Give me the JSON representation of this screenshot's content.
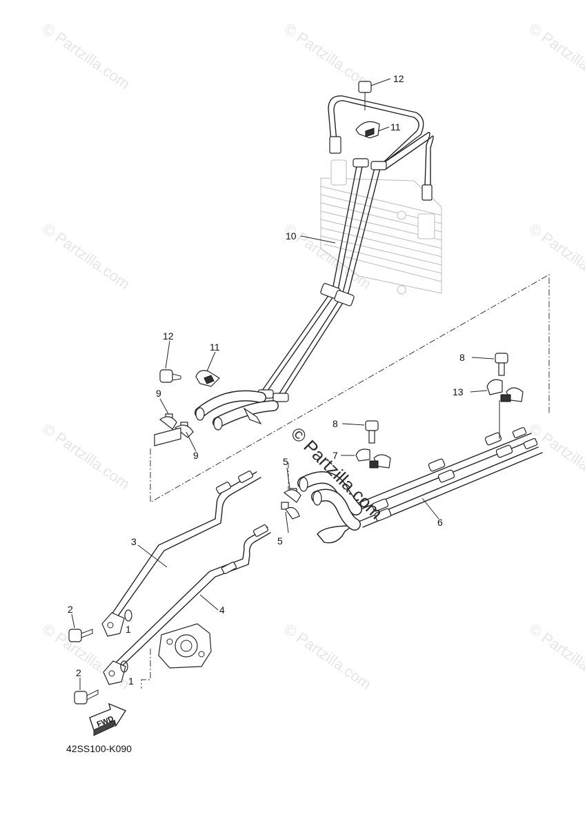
{
  "watermark": {
    "text": "© Partzilla.com",
    "center_text": "© Partzilla.com"
  },
  "diagram_code": "42SS100-K090",
  "fwd_label": "FWD",
  "callouts": [
    {
      "id": "c12a",
      "label": "12"
    },
    {
      "id": "c11a",
      "label": "11"
    },
    {
      "id": "c10",
      "label": "10"
    },
    {
      "id": "c12b",
      "label": "12"
    },
    {
      "id": "c11b",
      "label": "11"
    },
    {
      "id": "c9a",
      "label": "9"
    },
    {
      "id": "c9b",
      "label": "9"
    },
    {
      "id": "c8a",
      "label": "8"
    },
    {
      "id": "c13",
      "label": "13"
    },
    {
      "id": "c8b",
      "label": "8"
    },
    {
      "id": "c7",
      "label": "7"
    },
    {
      "id": "c5a",
      "label": "5"
    },
    {
      "id": "c5b",
      "label": "5"
    },
    {
      "id": "c6",
      "label": "6"
    },
    {
      "id": "c3",
      "label": "3"
    },
    {
      "id": "c4",
      "label": "4"
    },
    {
      "id": "c2a",
      "label": "2"
    },
    {
      "id": "c1a",
      "label": "1"
    },
    {
      "id": "c2b",
      "label": "2"
    },
    {
      "id": "c1b",
      "label": "1"
    }
  ]
}
